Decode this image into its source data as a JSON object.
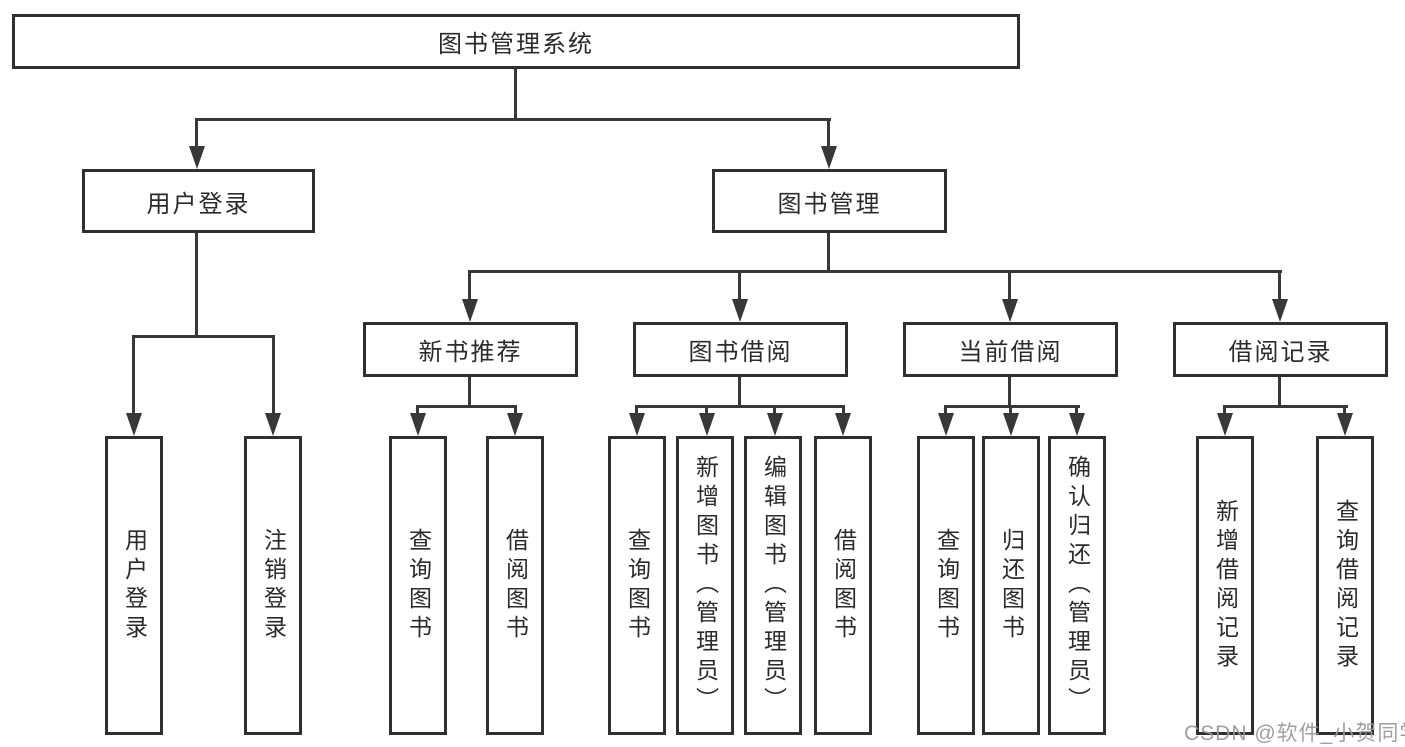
{
  "tree": {
    "label": "图书管理系统",
    "children": [
      {
        "label": "用户登录",
        "children": [
          {
            "label": "用户登录"
          },
          {
            "label": "注销登录"
          }
        ]
      },
      {
        "label": "图书管理",
        "children": [
          {
            "label": "新书推荐",
            "children": [
              {
                "label": "查询图书"
              },
              {
                "label": "借阅图书"
              }
            ]
          },
          {
            "label": "图书借阅",
            "children": [
              {
                "label": "查询图书"
              },
              {
                "label": "新增图书（管理员）"
              },
              {
                "label": "编辑图书（管理员）"
              },
              {
                "label": "借阅图书"
              }
            ]
          },
          {
            "label": "当前借阅",
            "children": [
              {
                "label": "查询图书"
              },
              {
                "label": "归还图书"
              },
              {
                "label": "确认归还（管理员）"
              }
            ]
          },
          {
            "label": "借阅记录",
            "children": [
              {
                "label": "新增借阅记录"
              },
              {
                "label": "查询借阅记录"
              }
            ]
          }
        ]
      }
    ]
  },
  "watermark": "CSDN @软件_小贺同学",
  "colors": {
    "line": "#383838",
    "box_border": "#2f2f2f",
    "text": "#2b2b2b",
    "watermark": "#9a9a9a",
    "background": "#ffffff"
  }
}
